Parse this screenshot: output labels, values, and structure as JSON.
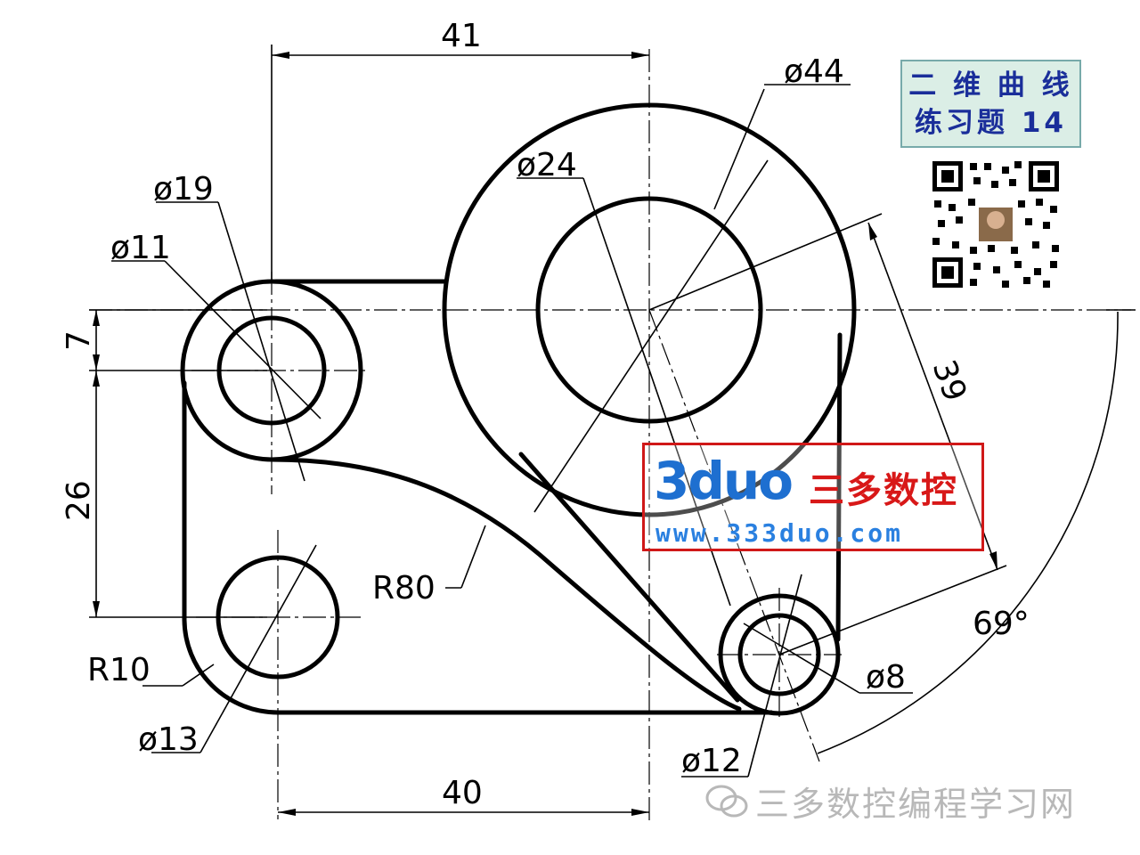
{
  "title": {
    "line1": "二 维 曲 线",
    "line2": "练习题 14"
  },
  "dimensions": {
    "width_top": "41",
    "dia_44": "ø44",
    "dia_24": "ø24",
    "dia_19": "ø19",
    "dia_11": "ø11",
    "dim_7": "7",
    "dim_26": "26",
    "dim_39": "39",
    "radius_80": "R80",
    "angle_69": "69°",
    "radius_10": "R10",
    "dia_13": "ø13",
    "dia_8": "ø8",
    "dia_12": "ø12",
    "width_bottom": "40"
  },
  "logo": {
    "brand": "3duo",
    "name": "三多数控",
    "url": "www.333duo.com"
  },
  "watermark": {
    "text": "三多数控编程学习网"
  },
  "colors": {
    "title_bg": "#dbeee6",
    "title_text": "#1a2e9a",
    "logo_red": "#d01818",
    "logo_blue": "#1e6fd0"
  }
}
